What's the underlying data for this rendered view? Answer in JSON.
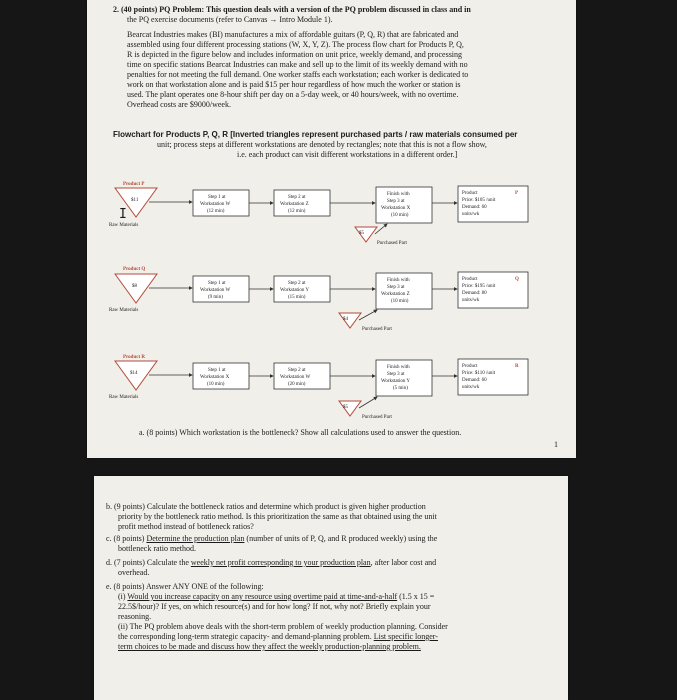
{
  "page1": {
    "q2_line1": "2.  (40 points) PQ Problem: This question deals with a version of the PQ problem discussed in class and in",
    "q2_line2": "the PQ exercise documents (refer to Canvas → Intro Module 1).",
    "para": [
      "Bearcat Industries makes (BI) manufactures a mix of affordable guitars (P, Q, R) that are fabricated and",
      "assembled using four different processing stations (W, X, Y, Z). The process flow chart for Products P, Q,",
      "R is depicted in the figure below and includes information on unit price, weekly demand, and processing",
      "time on specific stations Bearcat Industries can make and sell up to the limit of its weekly demand with no",
      "penalties for not meeting the full demand. One worker staffs each workstation; each worker is dedicated to",
      "work on that workstation alone and is paid $15 per hour regardless of how much the worker or station is",
      "used. The plant operates one 8-hour shift per day on a 5-day week, or 40 hours/week, with no overtime.",
      "Overhead costs are $9000/week."
    ],
    "flow_title": "Flowchart for Products P, Q, R [Inverted triangles represent purchased parts / raw materials consumed per",
    "flow_sub1": "unit; process steps at different workstations are denoted by rectangles; note that this is not a flow show,",
    "flow_sub2": "i.e. each product can visit different workstations in a different order.]",
    "cursor_glyph": "I",
    "products": [
      {
        "name": "Product P",
        "raw": "$11",
        "raw_label": "Raw Materials",
        "step1": [
          "Step 1 at",
          "Workstation W",
          "(12 min)"
        ],
        "step2": [
          "Step 2 at",
          "Workstation Z",
          "(12 min)"
        ],
        "finish": [
          "Finish with",
          "Step 3 at",
          "Workstation X",
          "(10 min)"
        ],
        "part": "$5",
        "part_label": "Purchased Part",
        "out_letter": "P",
        "out": [
          "Product",
          "Price:  $105 /unit",
          "Demand:  60",
          "units/wk"
        ]
      },
      {
        "name": "Product Q",
        "raw": "$8",
        "raw_label": "Raw Materials",
        "step1": [
          "Step 1 at",
          "Workstation W",
          "(9 min)"
        ],
        "step2": [
          "Step 2 at",
          "Workstation Y",
          "(15 min)"
        ],
        "finish": [
          "Finish with",
          "Step 3 at",
          "Workstation Z",
          "(10 min)"
        ],
        "part": "$4",
        "part_label": "Purchased Part",
        "out_letter": "Q",
        "out": [
          "Product",
          "Price:  $195 /unit",
          "Demand:  80",
          "units/wk"
        ]
      },
      {
        "name": "Product R",
        "raw": "$14",
        "raw_label": "Raw Materials",
        "step1": [
          "Step 1 at",
          "Workstation X",
          "(10 min)"
        ],
        "step2": [
          "Step 2 at",
          "Workstation W",
          "(20 min)"
        ],
        "finish": [
          "Finish with",
          "Step 3 at",
          "Workstation Y",
          "(5 min)"
        ],
        "part": "$5",
        "part_label": "Purchased Part",
        "out_letter": "R",
        "out": [
          "Product",
          "Price:  $110 /unit",
          "Demand:  60",
          "units/wk"
        ]
      }
    ],
    "qa": "a.   (8 points) Which workstation is the bottleneck? Show all calculations used to answer the question.",
    "page_number": "1"
  },
  "page2": {
    "b1": "b.  (9 points) Calculate the bottleneck ratios and determine which product is given higher production",
    "b2": "priority by the bottleneck ratio method. Is this prioritization the same as that obtained using the unit",
    "b3": "profit method instead of bottleneck ratios?",
    "c1_pre": "c.  (8 points) ",
    "c1_u": "Determine the production plan",
    "c1_post": " (number of units of P, Q, and R produced weekly) using the",
    "c2": "bottleneck ratio method.",
    "d1_pre": "d.  (7 points) Calculate the ",
    "d1_u": "weekly net profit corresponding to your production plan",
    "d1_post": ", after labor cost and",
    "d2": "overhead.",
    "e1": "e.  (8 points) Answer ANY ONE of the following:",
    "e2_pre": "(i) ",
    "e2_u": "Would you increase capacity on any resource using overtime paid at time-and-a-half",
    "e2_post": " (1.5 x 15 =",
    "e3": "22.5$/hour)? If yes, on which resource(s) and for how long? If not, why not? Briefly explain your",
    "e4": "reasoning.",
    "e5": "(ii) The PQ problem above deals with the short-term problem of weekly production planning. Consider",
    "e6_pre": "the corresponding long-term strategic capacity- and demand-planning problem. ",
    "e6_u": "List specific longer-",
    "e7_u": "term choices to be made and discuss how they affect the weekly production-planning problem."
  }
}
